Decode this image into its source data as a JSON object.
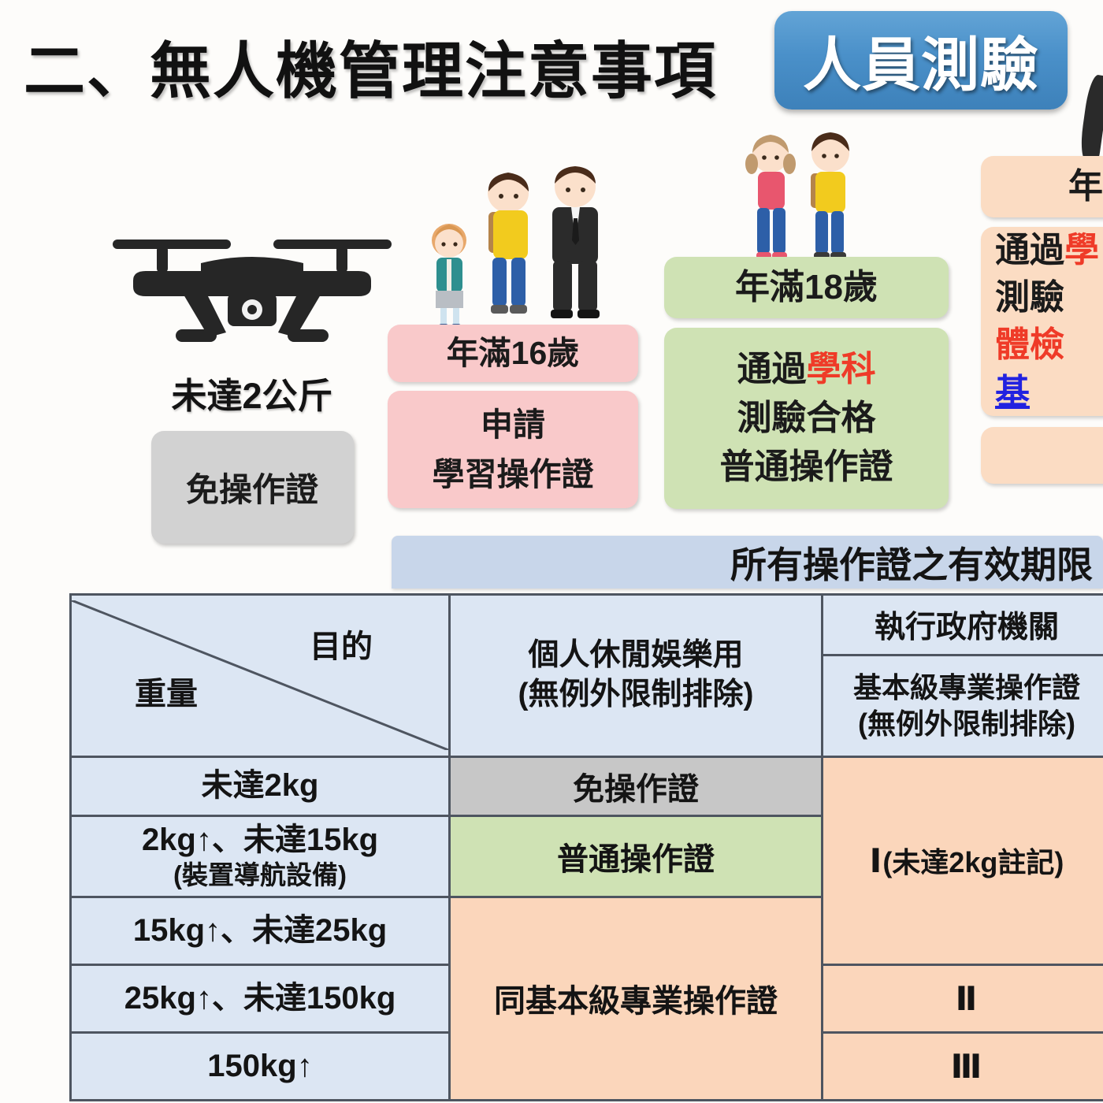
{
  "header": {
    "title": "二、無人機管理注意事項",
    "badge_label": "人員測驗"
  },
  "drone_section": {
    "icon": "drone-icon",
    "weight_label": "未達2公斤",
    "card_label": "免操作證"
  },
  "cards": [
    {
      "id": "learner",
      "color": "#f9c9ca",
      "age_label": "年滿16歲",
      "body_lines": [
        "申請",
        "學習操作證"
      ]
    },
    {
      "id": "general",
      "color": "#cfe2b4",
      "age_label": "年滿18歲",
      "body_line1_prefix": "通過",
      "body_line1_highlight": "學科",
      "body_line2": "測驗合格",
      "body_line3": "普通操作證",
      "highlight_color": "#ef3b28"
    },
    {
      "id": "professional",
      "color": "#fbdcc3",
      "age_label": "年滿",
      "body_line1_prefix": "通過",
      "body_line1_highlight": "學",
      "body_line2": "測驗",
      "body_line3": "體檢",
      "body_line4": "基",
      "highlight_red": "#ef3b28",
      "highlight_blue": "#2222e0"
    }
  ],
  "validity_bar": {
    "text": "所有操作證之有效期限"
  },
  "table": {
    "corner": {
      "purpose_label": "目的",
      "weight_label": "重量"
    },
    "headers": {
      "personal": [
        "個人休閒娛樂用",
        "(無例外限制排除)"
      ],
      "government_top": "執行政府機關",
      "government_sub": [
        "基本級專業操作證",
        "(無例外限制排除)"
      ]
    },
    "rows": [
      {
        "weight": "未達2kg",
        "weight_sub": "",
        "personal": "免操作證",
        "personal_color": "#c7c7c7",
        "gov": ""
      },
      {
        "weight": "2kg↑、未達15kg",
        "weight_sub": "(裝置導航設備)",
        "personal": "普通操作證",
        "personal_color": "#cfe2b4",
        "gov": ""
      },
      {
        "weight": "15kg↑、未達25kg",
        "weight_sub": "",
        "personal": "",
        "personal_color": "#fbd6bb",
        "gov": ""
      },
      {
        "weight": "25kg↑、未達150kg",
        "weight_sub": "",
        "personal": "",
        "personal_color": "#fbd6bb",
        "gov": "Ⅱ"
      },
      {
        "weight": "150kg↑",
        "weight_sub": "",
        "personal": "",
        "personal_color": "#fbd6bb",
        "gov": "Ⅲ"
      }
    ],
    "merged": {
      "personal_pro": "同基本級專業操作證",
      "gov_level1_roman": "Ⅰ",
      "gov_level1_note": "(未達2kg註記)"
    }
  },
  "colors": {
    "background": "#fdfcfa",
    "badge_blue": "#4a90c9",
    "table_blue": "#dce6f3",
    "grey": "#c7c7c7",
    "green": "#cfe2b4",
    "orange": "#fbd6bb",
    "pink": "#f9c9ca",
    "validity_blue": "#c8d6ea",
    "border": "#4e5560"
  }
}
